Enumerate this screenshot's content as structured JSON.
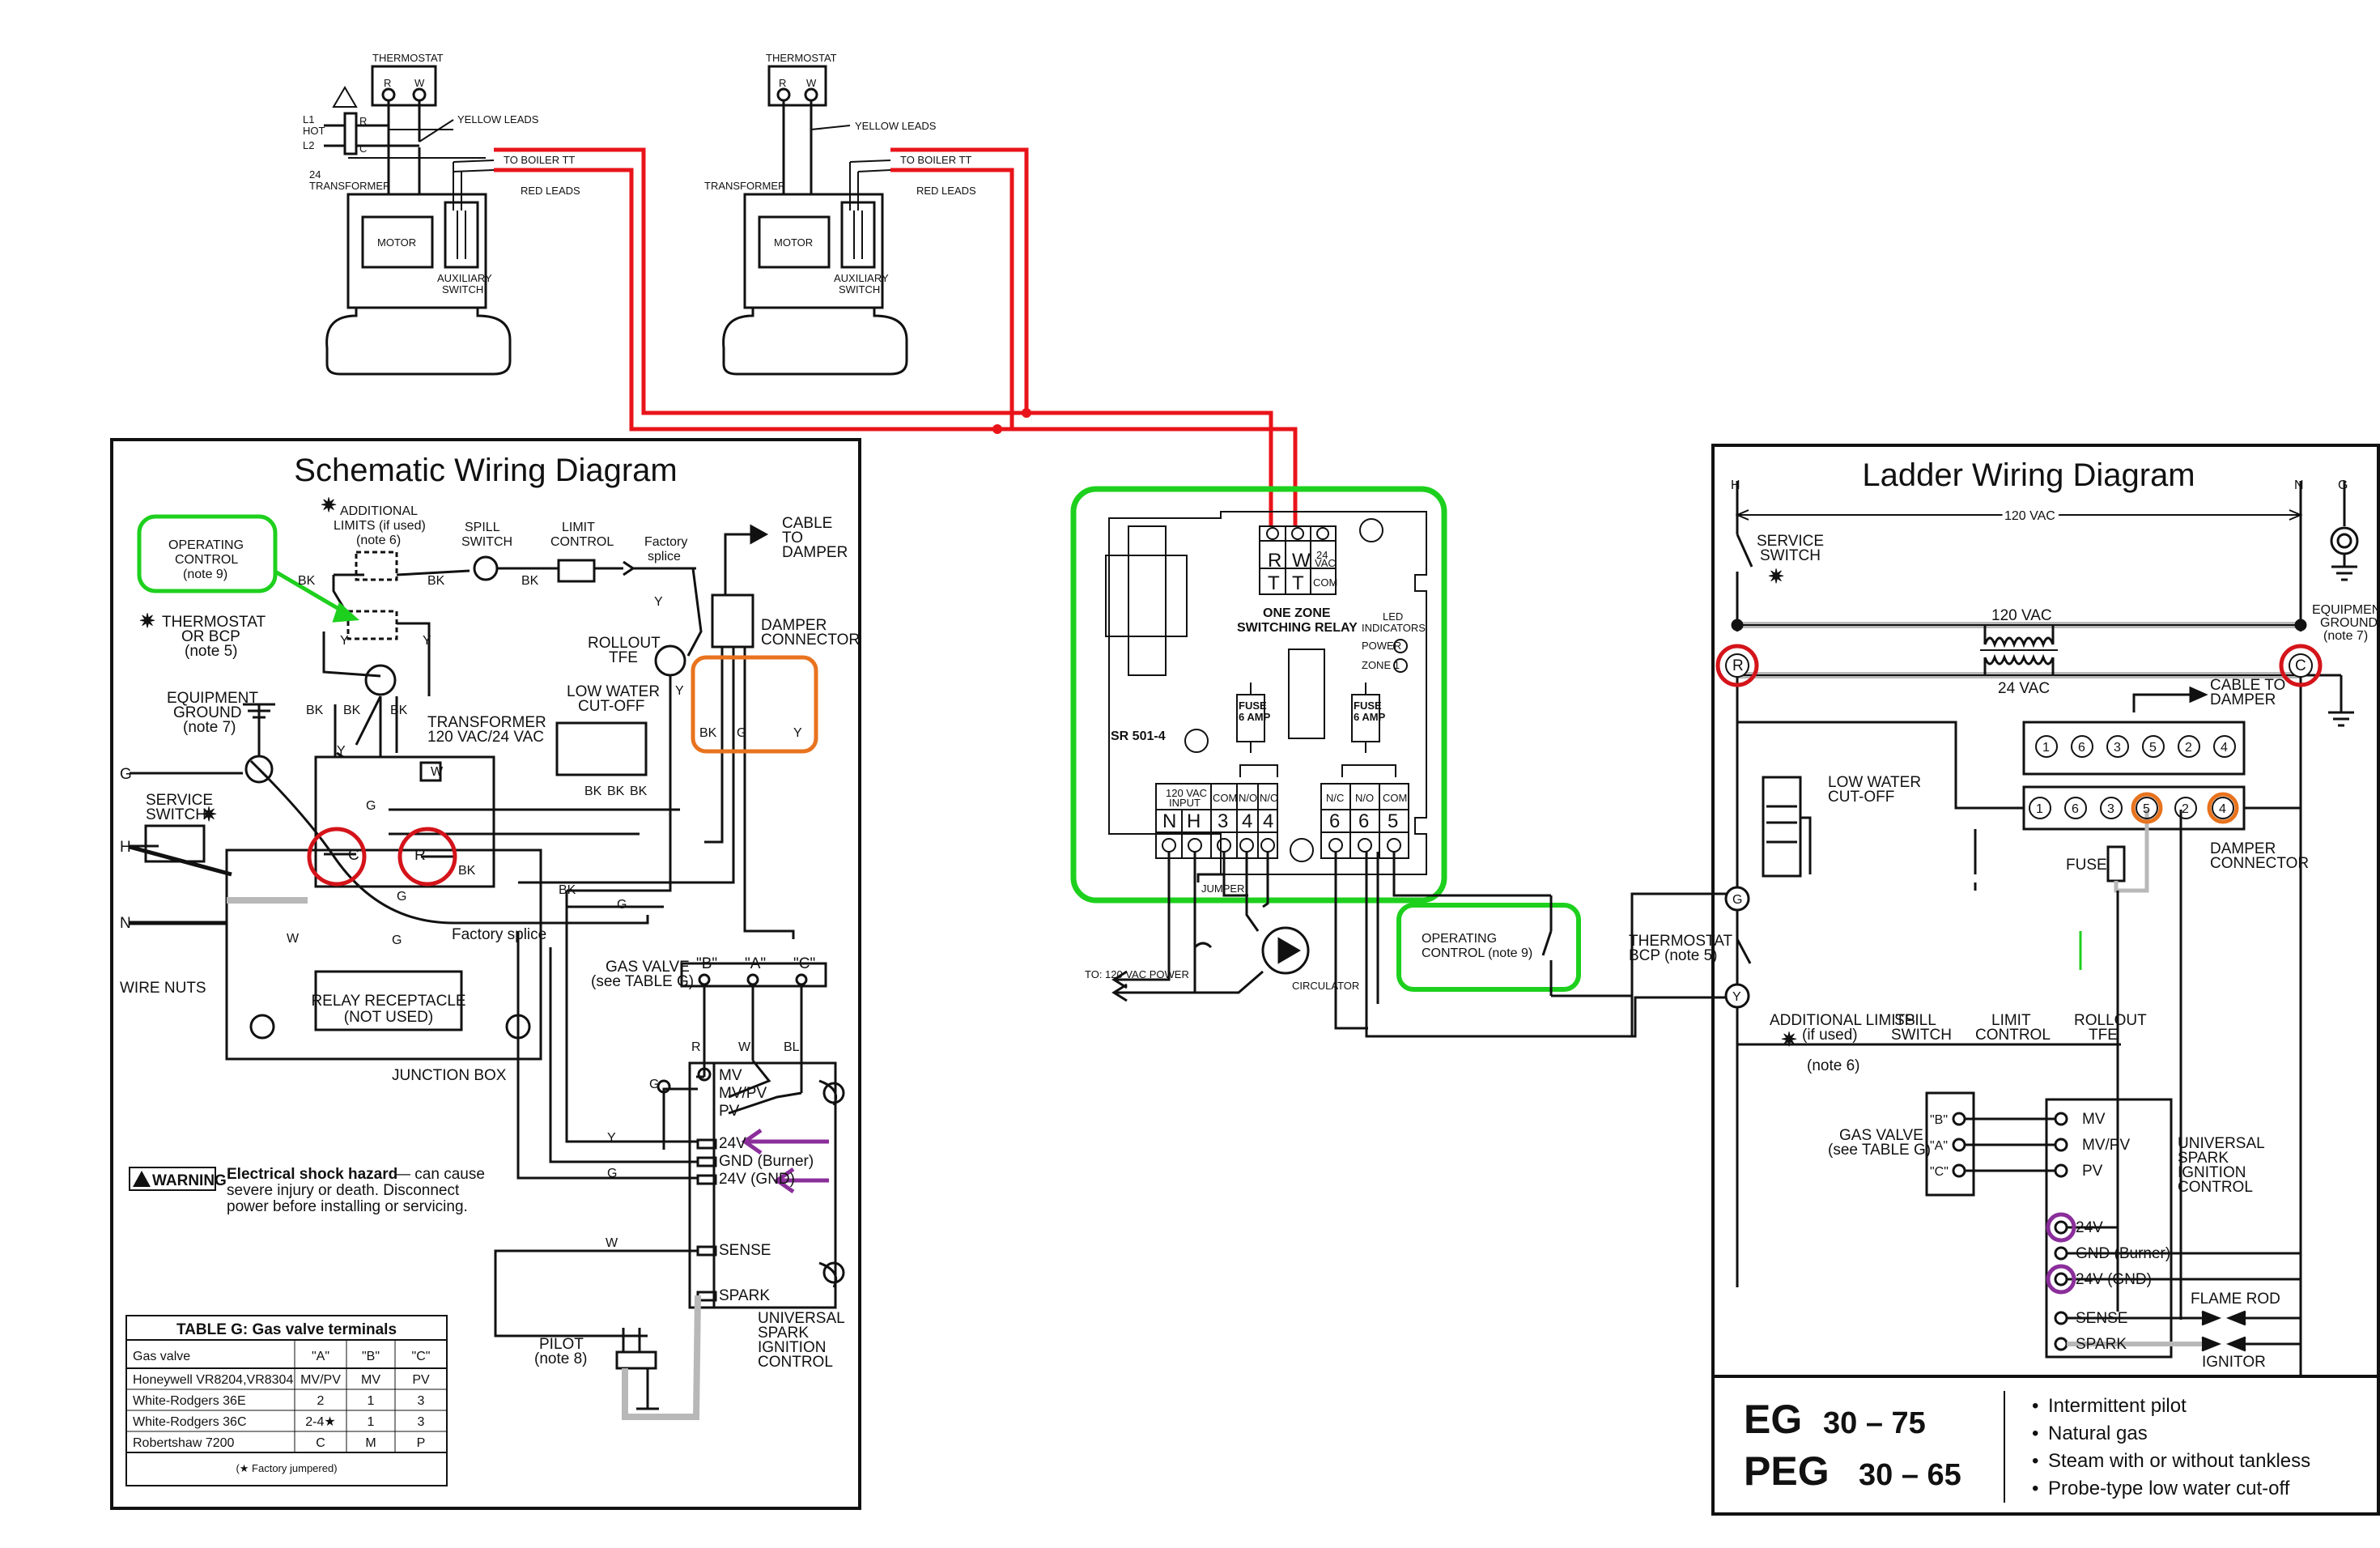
{
  "colors": {
    "wire": "#111111",
    "red_wire": "#e8141a",
    "green_highlight": "#1ed01e",
    "orange_highlight": "#e8731e",
    "purple_marker": "#8a2e9a",
    "red_circle": "#d4141a",
    "gray_wire": "#b8b8b8"
  },
  "zone_valves": {
    "left": {
      "thermostat": "THERMOSTAT",
      "terminal_r": "R",
      "terminal_w": "W",
      "yellow_leads": "YELLOW LEADS",
      "to_boiler_tt": "TO BOILER TT",
      "red_leads": "RED LEADS",
      "l1": "L1",
      "hot": "HOT",
      "l2": "L2",
      "r_tag": "R",
      "c_tag": "C",
      "v24": "24",
      "transformer": "TRANSFORMER",
      "motor": "MOTOR",
      "auxiliary": "AUXILIARY",
      "switch": "SWITCH"
    },
    "right": {
      "thermostat": "THERMOSTAT",
      "terminal_r": "R",
      "terminal_w": "W",
      "yellow_leads": "YELLOW LEADS",
      "to_boiler_tt": "TO BOILER TT",
      "red_leads": "RED LEADS",
      "transformer": "TRANSFORMER",
      "motor": "MOTOR",
      "auxiliary": "AUXILIARY",
      "switch": "SWITCH"
    }
  },
  "schematic": {
    "title": "Schematic Wiring Diagram",
    "operating_control": [
      "OPERATING",
      "CONTROL",
      "(note 9)"
    ],
    "additional_limits": [
      "ADDITIONAL",
      "LIMITS (if used)",
      "(note 6)"
    ],
    "spill_switch": [
      "SPILL",
      "SWITCH"
    ],
    "limit_control": [
      "LIMIT",
      "CONTROL"
    ],
    "factory_splice": [
      "Factory",
      "splice"
    ],
    "cable_to_damper": [
      "CABLE",
      "TO",
      "DAMPER"
    ],
    "thermostat_bcp": [
      "THERMOSTAT",
      "OR BCP",
      "(note 5)"
    ],
    "rollout_tfe": [
      "ROLLOUT",
      "TFE"
    ],
    "damper_connector": [
      "DAMPER",
      "CONNECTOR"
    ],
    "equipment_ground": [
      "EQUIPMENT",
      "GROUND",
      "(note 7)"
    ],
    "low_water_cutoff": [
      "LOW WATER",
      "CUT-OFF"
    ],
    "transformer": [
      "TRANSFORMER",
      "120 VAC/24 VAC"
    ],
    "service_switch": [
      "SERVICE",
      "SWITCH"
    ],
    "g": "G",
    "h": "H",
    "n": "N",
    "c": "C",
    "r": "R",
    "bk": "BK",
    "y": "Y",
    "w": "W",
    "factory_splice_2": "Factory splice",
    "wire_nuts": "WIRE NUTS",
    "relay_receptacle": [
      "RELAY RECEPTACLE",
      "(NOT USED)"
    ],
    "junction_box": "JUNCTION BOX",
    "gas_valve": [
      "GAS VALVE",
      "(see TABLE G)"
    ],
    "valve_b": "\"B\"",
    "valve_a": "\"A\"",
    "valve_c": "\"C\"",
    "r_wire": "R",
    "w_wire": "W",
    "bl_wire": "BL",
    "ignition_terms": [
      "MV",
      "MV/PV",
      "PV",
      "24V",
      "GND (Burner)",
      "24V (GND)",
      "SENSE",
      "SPARK"
    ],
    "warning_badge": "WARNING",
    "warning_text_bold": "Electrical shock hazard",
    "warning_text": [
      "— can cause",
      "severe injury or death. Disconnect",
      "power before installing or servicing."
    ],
    "pilot": [
      "PILOT",
      "(note 8)"
    ],
    "universal_spark": [
      "UNIVERSAL",
      "SPARK",
      "IGNITION",
      "CONTROL"
    ],
    "table_g": {
      "title": "TABLE G: Gas valve terminals",
      "headers": [
        "Gas valve",
        "\"A\"",
        "\"B\"",
        "\"C\""
      ],
      "rows": [
        [
          "Honeywell VR8204,VR8304",
          "MV/PV",
          "MV",
          "PV"
        ],
        [
          "White-Rodgers 36E",
          "2",
          "1",
          "3"
        ],
        [
          "White-Rodgers 36C",
          "2-4★",
          "1",
          "3"
        ],
        [
          "Robertshaw 7200",
          "C",
          "M",
          "P"
        ]
      ],
      "footnote": "(★ Factory jumpered)"
    }
  },
  "relay": {
    "model": "SR 501-4",
    "title": [
      "ONE ZONE",
      "SWITCHING RELAY"
    ],
    "led": [
      "LED",
      "INDICATORS"
    ],
    "power": "POWER",
    "zone1": "ZONE 1",
    "fuse": [
      "FUSE",
      "6 AMP"
    ],
    "top_terms": [
      "R",
      "W",
      "T",
      "T"
    ],
    "vac24": [
      "24",
      "VAC"
    ],
    "com": "COM",
    "input_label": [
      "120 VAC",
      "INPUT"
    ],
    "bottom_left_headers": [
      "COM",
      "N/O",
      "N/C"
    ],
    "bottom_left_terms": [
      "N",
      "H",
      "3",
      "4",
      "4"
    ],
    "bottom_right_headers": [
      "N/C",
      "N/O",
      "COM"
    ],
    "bottom_right_terms": [
      "6",
      "6",
      "5"
    ],
    "jumper": "JUMPER",
    "to_120vac": "TO: 120 VAC POWER",
    "circulator": "CIRCULATOR",
    "operating_control": [
      "OPERATING",
      "CONTROL (note 9)"
    ]
  },
  "ladder": {
    "title": "Ladder Wiring Diagram",
    "h": "H",
    "n": "N",
    "g": "G",
    "vac120": "120 VAC",
    "service_switch": [
      "SERVICE",
      "SWITCH"
    ],
    "equipment_ground": [
      "EQUIPMENT",
      "GROUND",
      "(note 7)"
    ],
    "transformer_120": "120 VAC",
    "transformer_24": "24 VAC",
    "r": "R",
    "c": "C",
    "cable_to_damper": [
      "CABLE TO",
      "DAMPER"
    ],
    "low_water_cutoff": [
      "LOW WATER",
      "CUT-OFF"
    ],
    "connector_top": [
      "1",
      "6",
      "3",
      "5",
      "2",
      "4"
    ],
    "connector_bottom": [
      "1",
      "6",
      "3",
      "5",
      "2",
      "4"
    ],
    "fuse": "FUSE",
    "damper_connector": [
      "DAMPER",
      "CONNECTOR"
    ],
    "thermostat_bcp": [
      "THERMOSTAT",
      "BCP (note 5)"
    ],
    "node_g": "G",
    "node_y": "Y",
    "additional_limits": [
      "ADDITIONAL LIMITS",
      "(if used)",
      "(note 6)"
    ],
    "spill_switch": [
      "SPILL",
      "SWITCH"
    ],
    "limit_control": [
      "LIMIT",
      "CONTROL"
    ],
    "rollout_tfe": [
      "ROLLOUT",
      "TFE"
    ],
    "gas_valve": [
      "GAS VALVE",
      "(see TABLE G)"
    ],
    "valve_terms": [
      "\"B\"",
      "\"A\"",
      "\"C\""
    ],
    "ignition_terms": [
      "MV",
      "MV/PV",
      "PV",
      "24V",
      "GND (Burner)",
      "24V (GND)",
      "SENSE",
      "SPARK"
    ],
    "universal_spark": [
      "UNIVERSAL",
      "SPARK",
      "IGNITION",
      "CONTROL"
    ],
    "flame_rod": "FLAME ROD",
    "ignitor": "IGNITOR",
    "models": [
      {
        "name": "EG",
        "range": "30 – 75"
      },
      {
        "name": "PEG",
        "range": "30 – 65"
      }
    ],
    "features": [
      "Intermittent pilot",
      "Natural gas",
      "Steam with or without tankless",
      "Probe-type low water cut-off"
    ]
  }
}
